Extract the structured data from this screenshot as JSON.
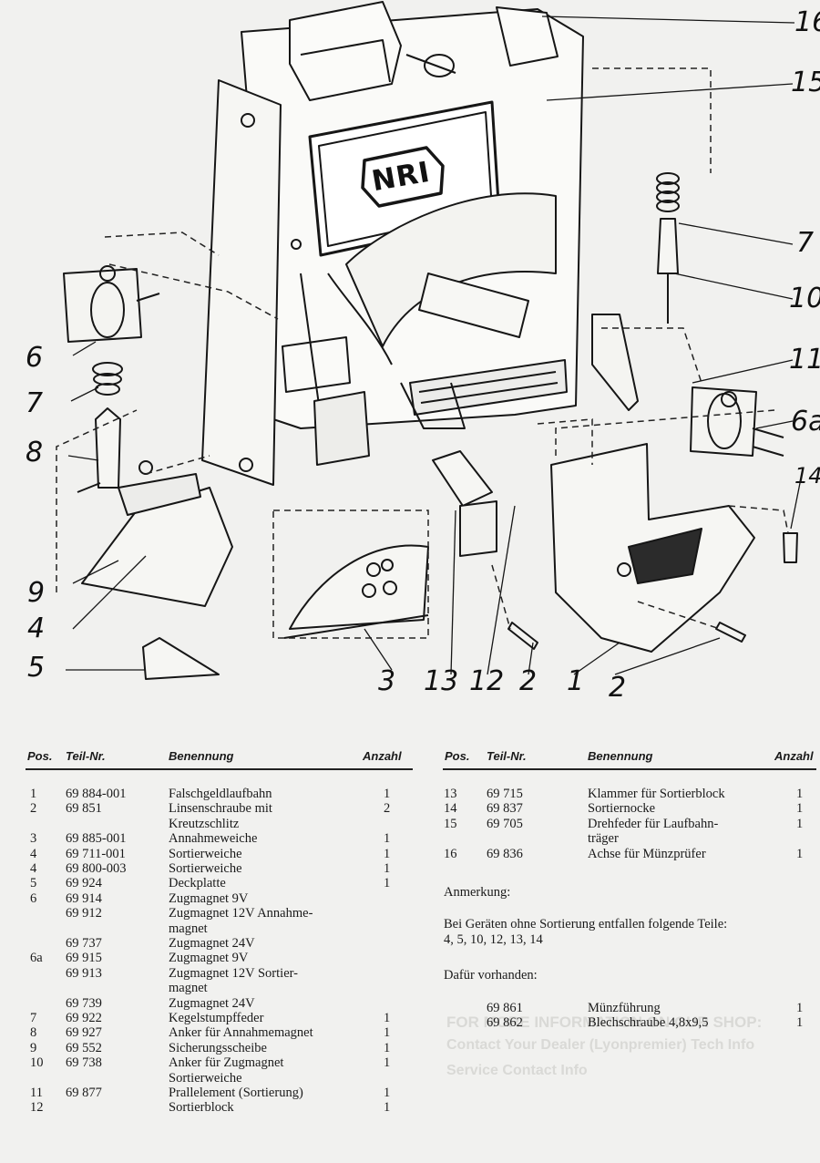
{
  "callouts": {
    "c16": "16",
    "c15": "15",
    "c7r": "7",
    "c10": "10",
    "c11": "11",
    "c6a": "6a",
    "c14": "14",
    "c6": "6",
    "c7l": "7",
    "c8": "8",
    "c9": "9",
    "c4": "4",
    "c5": "5",
    "c3": "3",
    "c13": "13",
    "c12": "12",
    "c2a": "2",
    "c1": "1",
    "c2b": "2"
  },
  "logo": "NRI",
  "table_left": {
    "headers": {
      "pos": "Pos.",
      "part": "Teil-Nr.",
      "name": "Benennung",
      "qty": "Anzahl"
    },
    "rows": [
      {
        "pos": "1",
        "part": "69 884-001",
        "name": "Falschgeldlaufbahn",
        "qty": "1"
      },
      {
        "pos": "2",
        "part": "69 851",
        "name": "Linsenschraube mit",
        "qty": "2"
      },
      {
        "pos": "",
        "part": "",
        "name": "Kreutzschlitz",
        "qty": ""
      },
      {
        "pos": "3",
        "part": "69 885-001",
        "name": "Annahmeweiche",
        "qty": "1"
      },
      {
        "pos": "4",
        "part": "69 711-001",
        "name": "Sortierweiche",
        "qty": "1"
      },
      {
        "pos": "4",
        "part": "69 800-003",
        "name": "Sortierweiche",
        "qty": "1"
      },
      {
        "pos": "5",
        "part": "69 924",
        "name": "Deckplatte",
        "qty": "1"
      },
      {
        "pos": "6",
        "part": "69 914",
        "name": "Zugmagnet 9V",
        "qty": ""
      },
      {
        "pos": "",
        "part": "69 912",
        "name": "Zugmagnet 12V Annahme-",
        "qty": ""
      },
      {
        "pos": "",
        "part": "",
        "name": "magnet",
        "qty": ""
      },
      {
        "pos": "",
        "part": "69 737",
        "name": "Zugmagnet 24V",
        "qty": ""
      },
      {
        "pos": "6a",
        "part": "69 915",
        "name": "Zugmagnet 9V",
        "qty": ""
      },
      {
        "pos": "",
        "part": "69 913",
        "name": "Zugmagnet 12V Sortier-",
        "qty": ""
      },
      {
        "pos": "",
        "part": "",
        "name": "magnet",
        "qty": ""
      },
      {
        "pos": "",
        "part": "69 739",
        "name": "Zugmagnet 24V",
        "qty": ""
      },
      {
        "pos": "7",
        "part": "69 922",
        "name": "Kegelstumpffeder",
        "qty": "1"
      },
      {
        "pos": "8",
        "part": "69 927",
        "name": "Anker für Annahmemagnet",
        "qty": "1"
      },
      {
        "pos": "9",
        "part": "69 552",
        "name": "Sicherungsscheibe",
        "qty": "1"
      },
      {
        "pos": "10",
        "part": "69 738",
        "name": "Anker für Zugmagnet",
        "qty": "1"
      },
      {
        "pos": "",
        "part": "",
        "name": "Sortierweiche",
        "qty": ""
      },
      {
        "pos": "11",
        "part": "69 877",
        "name": "Prallelement (Sortierung)",
        "qty": "1"
      },
      {
        "pos": "12",
        "part": "",
        "name": "Sortierblock",
        "qty": "1"
      }
    ]
  },
  "table_right": {
    "headers": {
      "pos": "Pos.",
      "part": "Teil-Nr.",
      "name": "Benennung",
      "qty": "Anzahl"
    },
    "rows": [
      {
        "pos": "13",
        "part": "69 715",
        "name": "Klammer für Sortierblock",
        "qty": "1"
      },
      {
        "pos": "14",
        "part": "69 837",
        "name": "Sortiernocke",
        "qty": "1"
      },
      {
        "pos": "15",
        "part": "69 705",
        "name": "Drehfeder für Laufbahn-",
        "qty": "1"
      },
      {
        "pos": "",
        "part": "",
        "name": "träger",
        "qty": ""
      },
      {
        "pos": "16",
        "part": "69 836",
        "name": "Achse für Münzprüfer",
        "qty": "1"
      }
    ],
    "note_title": "Anmerkung:",
    "note_text_1": "Bei Geräten ohne Sortierung entfallen folgende Teile:",
    "note_text_2": "4, 5, 10, 12, 13, 14",
    "available_title": "Dafür vorhanden:",
    "extra_rows": [
      {
        "part": "69 861",
        "name": "Münzführung",
        "qty": "1"
      },
      {
        "part": "69 862",
        "name": "Blechschraube 4,8x9,5",
        "qty": "1"
      }
    ]
  },
  "watermark": {
    "line1": "FOR MORE INFORMATION ON OUR SHOP:",
    "line2": "Contact Your Dealer (Lyonpremier) Tech Info",
    "line3": "Service Contact Info"
  }
}
